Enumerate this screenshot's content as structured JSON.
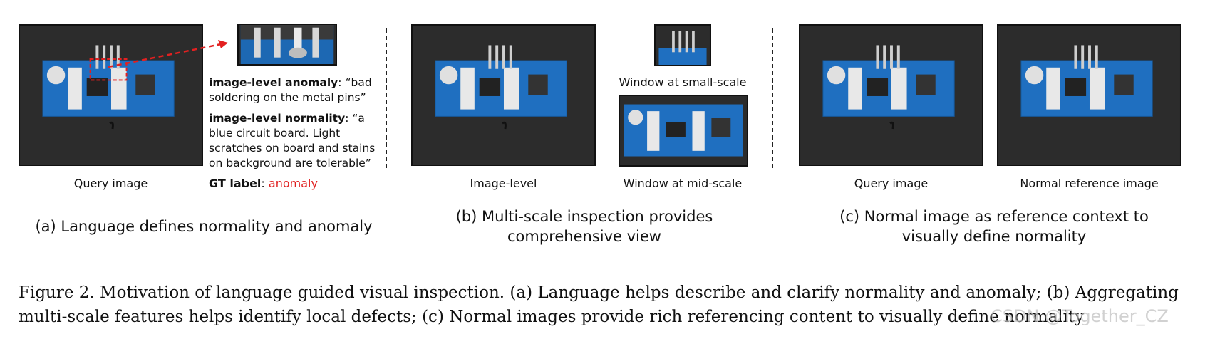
{
  "panel_a": {
    "query_caption": "Query image",
    "anomaly_label": "image-level anomaly",
    "anomaly_text": ": “bad soldering on the metal pins”",
    "normality_label": "image-level normality",
    "normality_text": ": “a blue circuit board. Light scratches on board and stains on background are tolerable”",
    "gt_label": "GT label",
    "gt_sep": ": ",
    "gt_value": "anomaly",
    "title": "(a) Language defines normality and anomaly"
  },
  "panel_b": {
    "image_level_caption": "Image-level",
    "small_scale_caption": "Window at small-scale",
    "mid_scale_caption": "Window at mid-scale",
    "title_line1": "(b) Multi-scale inspection provides",
    "title_line2": "comprehensive view"
  },
  "panel_c": {
    "query_caption": "Query image",
    "reference_caption": "Normal reference image",
    "title_line1": "(c) Normal image as reference context to",
    "title_line2": "visually define normality"
  },
  "figure_caption": {
    "line1": "Figure 2. Motivation of language guided visual inspection. (a) Language helps describe and clarify normality and anomaly; (b) Aggregating",
    "line2": "multi-scale features helps identify local defects; (c) Normal images provide rich referencing content to visually define normality"
  },
  "watermark": "CSDN @Together_CZ",
  "colors": {
    "board": "#1f6fc0",
    "board_dark": "#15508f",
    "background": "#2b2b2b",
    "anomaly_red": "#e01e1e"
  }
}
